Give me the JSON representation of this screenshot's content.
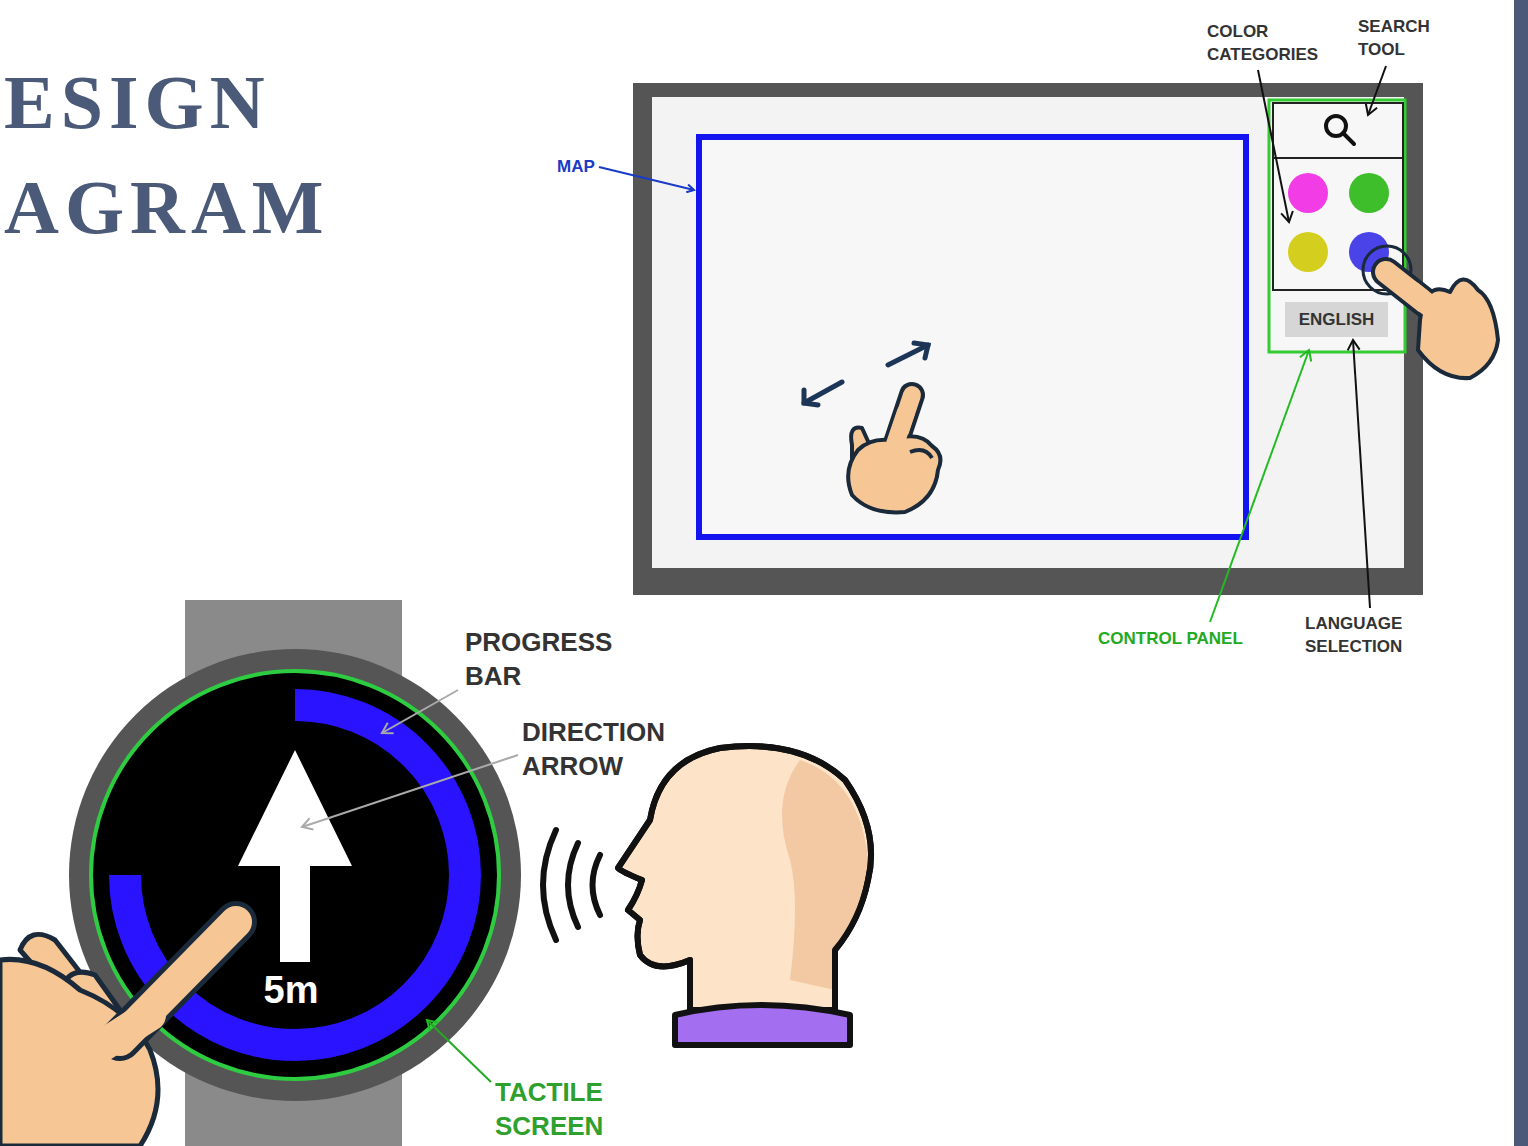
{
  "diagram": {
    "title": "ESIGN AGRAM",
    "nodes": [
      {
        "text": [
          "ENGLISH"
        ]
      },
      {
        "text": [
          "5m"
        ]
      }
    ],
    "labels": [
      "MAP",
      "COLOR CATEGORIES",
      "SEARCH TOOL",
      "CONTROL PANEL",
      "LANGUAGE SELECTION",
      "PROGRESS BAR",
      "DIRECTION ARROW",
      "TACTILE SCREEN"
    ]
  }
}
